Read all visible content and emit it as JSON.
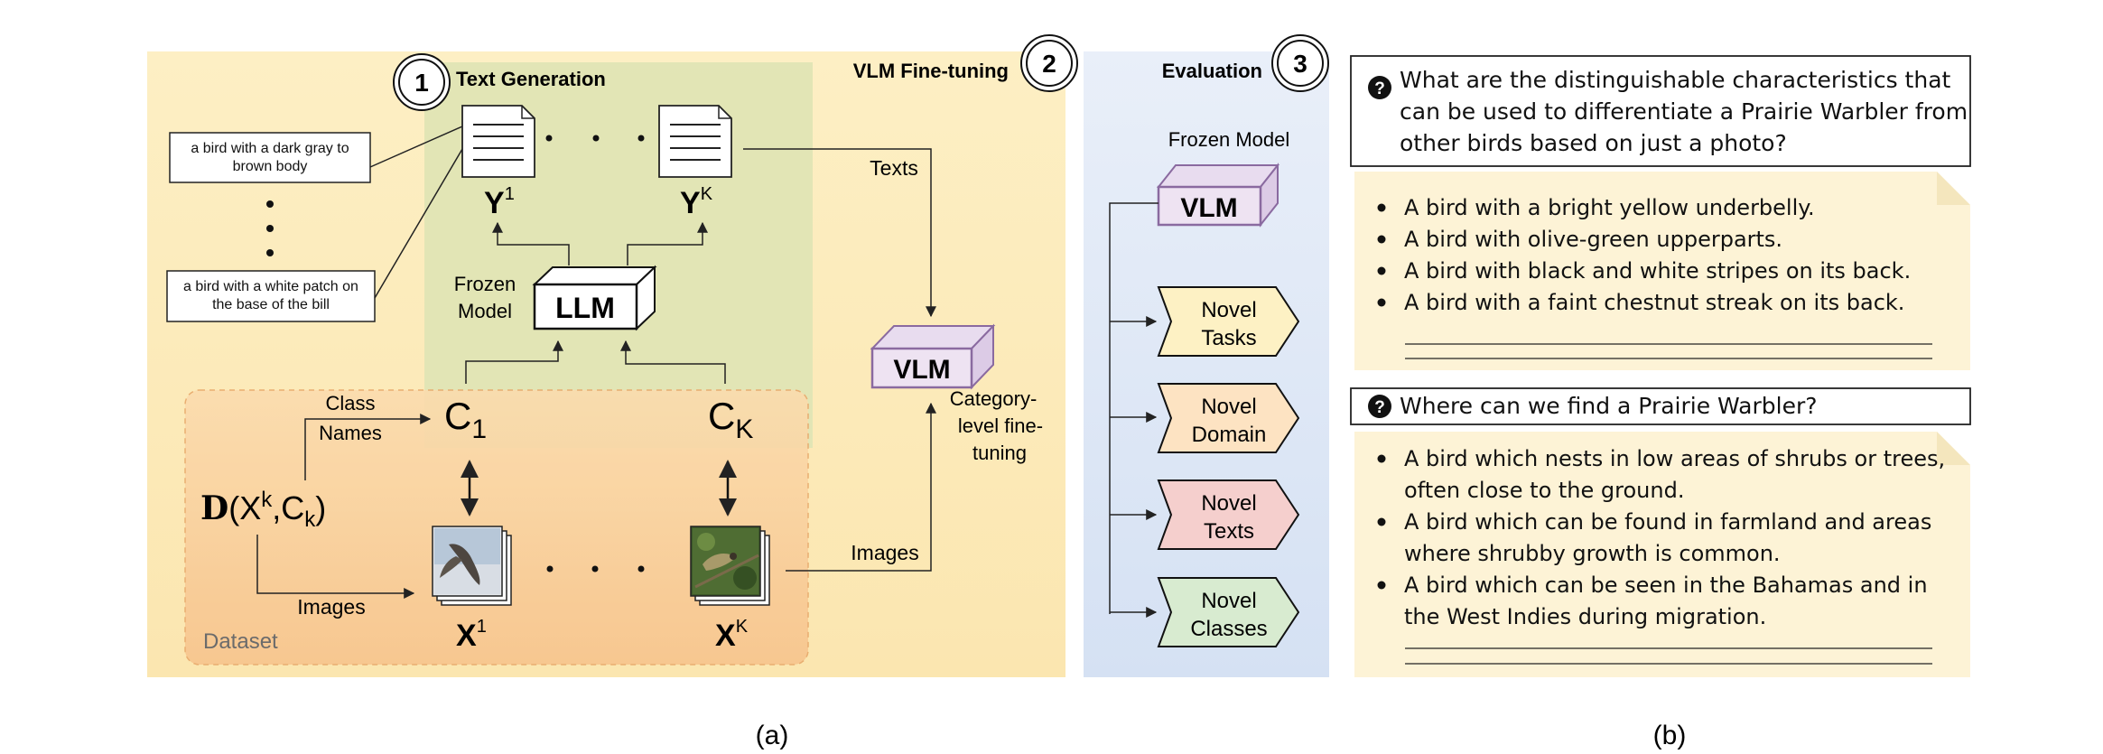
{
  "panel_a": {
    "caption": "(a)",
    "stage1": {
      "number": "1",
      "title": "Text Generation"
    },
    "stage2": {
      "number": "2",
      "title": "VLM Fine-tuning"
    },
    "stage3": {
      "number": "3",
      "title": "Evaluation"
    },
    "callouts": [
      "a bird with a dark gray to brown body",
      "a bird with a white patch on the base of the bill"
    ],
    "doc_labels": {
      "first": "Y",
      "first_sup": "1",
      "last": "Y",
      "last_sup": "K"
    },
    "frozen_model_label": "Frozen Model",
    "llm_label": "LLM",
    "class_labels": {
      "first": "C",
      "first_sub": "1",
      "last": "C",
      "last_sub": "K"
    },
    "class_names_label": "Class Names",
    "dataset_symbol": {
      "D": "D",
      "args": "(X",
      "sup": "k",
      "mid": ",C",
      "sub": "k",
      "end": ")"
    },
    "images_label": "Images",
    "dataset_label": "Dataset",
    "image_labels": {
      "first": "X",
      "first_sup": "1",
      "last": "X",
      "last_sup": "K"
    },
    "texts_arrow_label": "Texts",
    "images_arrow_label": "Images",
    "vlm_label": "VLM",
    "finetune_label": "Category-level fine-tuning",
    "eval_frozen_label": "Frozen Model",
    "eval_vlm_label": "VLM",
    "novel_items": [
      {
        "line1": "Novel",
        "line2": "Tasks",
        "color": "#fdf1c4"
      },
      {
        "line1": "Novel",
        "line2": "Domain",
        "color": "#fde3c2"
      },
      {
        "line1": "Novel",
        "line2": "Texts",
        "color": "#f5cfcd"
      },
      {
        "line1": "Novel",
        "line2": "Classes",
        "color": "#d8ebd0"
      }
    ]
  },
  "panel_b": {
    "caption": "(b)",
    "q1": {
      "icon": "?",
      "lines": [
        "What are the distinguishable characteristics that",
        "can be used to differentiate a Prairie Warbler from",
        "other birds based on just a photo?"
      ],
      "answers": [
        [
          "A bird with a bright yellow underbelly."
        ],
        [
          "A bird with olive-green upperparts."
        ],
        [
          "A bird with black and white stripes on its back."
        ],
        [
          "A bird with a faint chestnut streak on its back."
        ]
      ]
    },
    "q2": {
      "icon": "?",
      "lines": [
        "Where can we find a Prairie Warbler?"
      ],
      "answers": [
        [
          "A bird which nests in low areas of shrubs or trees,",
          "often close to the ground."
        ],
        [
          "A bird which can be found in farmland and areas",
          "where shrubby growth is common."
        ],
        [
          "A bird which can be seen in the Bahamas and  in",
          "the West Indies during migration."
        ]
      ]
    }
  },
  "colors": {
    "yellow_bg": "#fdebb9",
    "green_bg": "#dde3b3",
    "orange_bg": "#fbd7a6",
    "blue_bg": "#e1e9f6",
    "vlm_purple": "#e6daea",
    "note_bg": "#fdf3d6"
  }
}
